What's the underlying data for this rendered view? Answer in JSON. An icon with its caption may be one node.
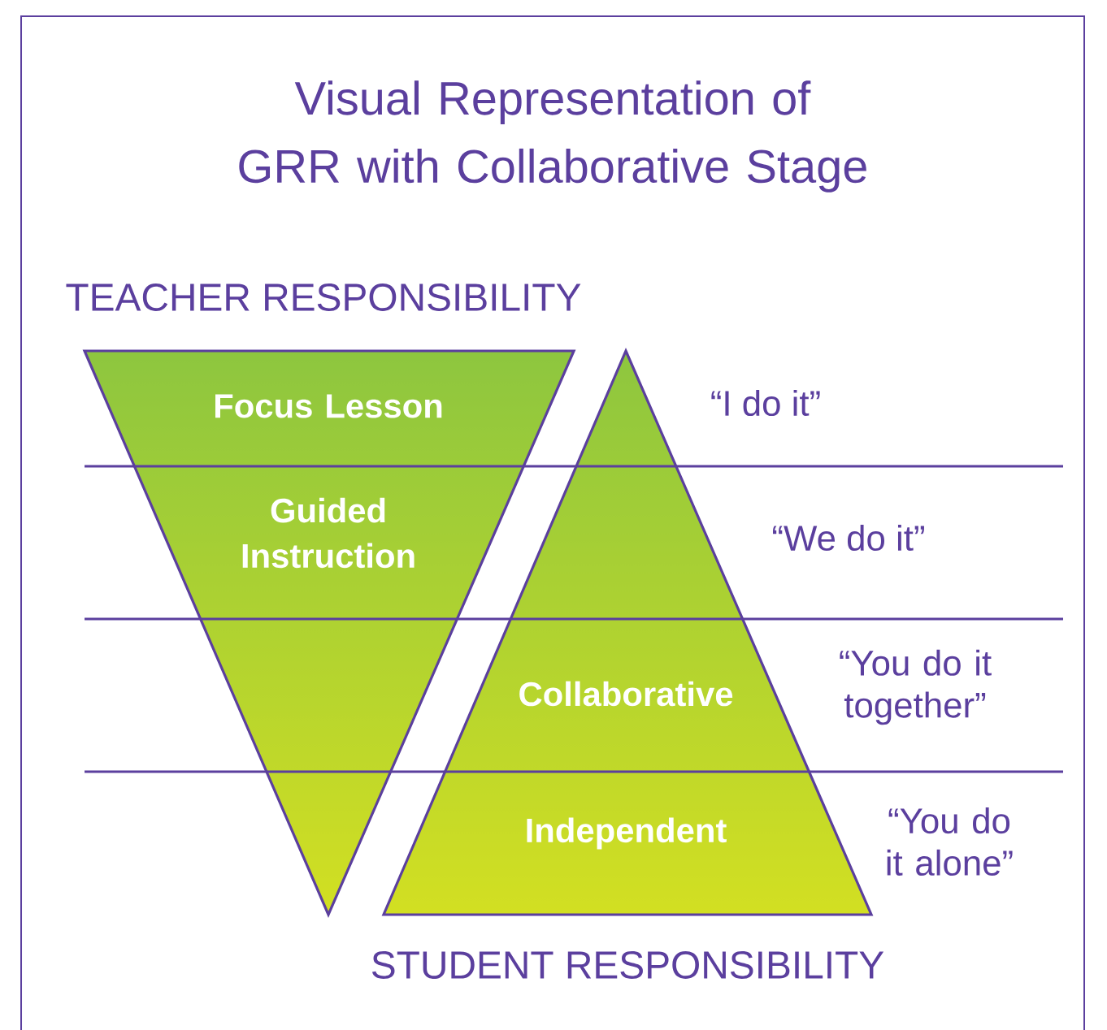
{
  "diagram": {
    "title": "Visual Representation of GRR with Collaborative Stage",
    "nodes": [
      {
        "text": [
          "Focus Lesson",
          "Guided Instruction"
        ]
      },
      {
        "text": [
          "Collaborative",
          "Independent"
        ]
      }
    ],
    "labels": [
      "TEACHER RESPONSIBILITY",
      "“I do it”",
      "“We do it”",
      "“You do it together”",
      "“You do it alone”",
      "STUDENT RESPONSIBILITY"
    ]
  }
}
